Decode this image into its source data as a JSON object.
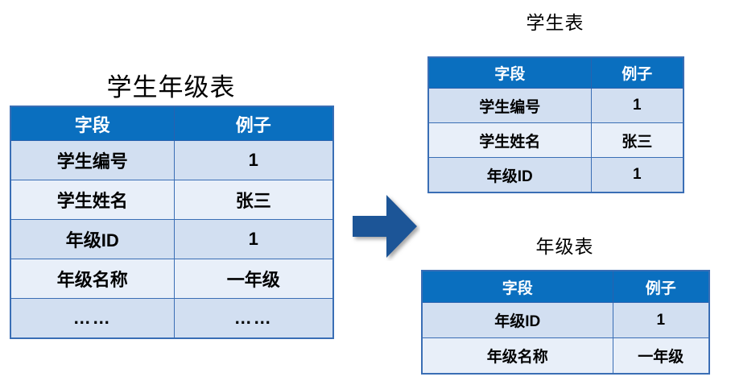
{
  "diagram": {
    "title_source": "学生年级表",
    "title_student": "学生表",
    "title_grade": "年级表",
    "arrow": "right-arrow",
    "colors": {
      "header_blue": "#0A6FBF",
      "border_blue": "#3A6EB5",
      "row_shade_dark": "#D2DFF1",
      "row_shade_light": "#E8EFF9",
      "arrow_blue": "#1F5597",
      "text_black": "#000000",
      "header_text": "#FFFFFF"
    }
  },
  "source_table": {
    "headers": [
      "字段",
      "例子"
    ],
    "rows": [
      {
        "field": "学生编号",
        "example": "1"
      },
      {
        "field": "学生姓名",
        "example": "张三"
      },
      {
        "field": "年级ID",
        "example": "1"
      },
      {
        "field": "年级名称",
        "example": "一年级"
      },
      {
        "field": "……",
        "example": "……"
      }
    ]
  },
  "student_table": {
    "headers": [
      "字段",
      "例子"
    ],
    "rows": [
      {
        "field": "学生编号",
        "example": "1"
      },
      {
        "field": "学生姓名",
        "example": "张三"
      },
      {
        "field": "年级ID",
        "example": "1"
      }
    ]
  },
  "grade_table": {
    "headers": [
      "字段",
      "例子"
    ],
    "rows": [
      {
        "field": "年级ID",
        "example": "1"
      },
      {
        "field": "年级名称",
        "example": "一年级"
      }
    ]
  }
}
